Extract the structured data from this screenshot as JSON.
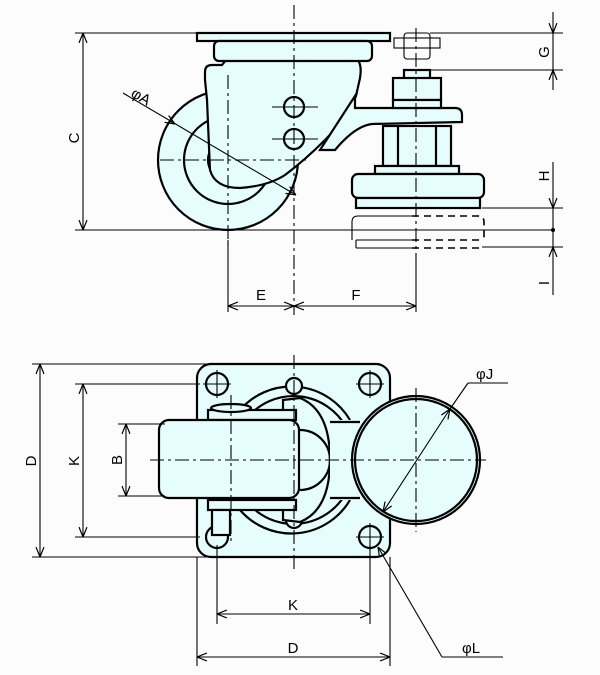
{
  "drawing": {
    "title": "Leveling caster dimension drawing",
    "fill_color": "#e6fdfd",
    "line_color": "#000000",
    "background": "#fcfcfc"
  },
  "side_view": {
    "dim_A": "φA",
    "dim_C": "C",
    "dim_E": "E",
    "dim_F": "F",
    "dim_G": "G",
    "dim_H": "H",
    "dim_I": "I"
  },
  "top_view": {
    "dim_D_vertical": "D",
    "dim_K_vertical": "K",
    "dim_B": "B",
    "dim_J": "φJ",
    "dim_K_horizontal": "K",
    "dim_D_horizontal": "D",
    "dim_L": "φL"
  }
}
